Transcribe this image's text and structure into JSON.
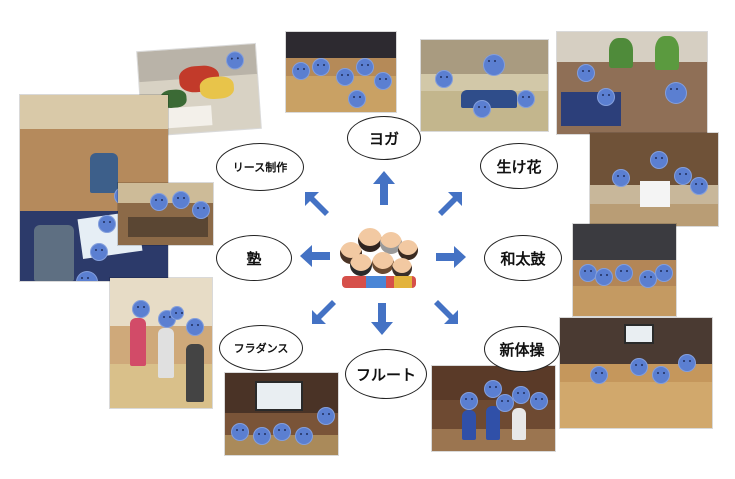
{
  "activities": {
    "yoga": "ヨガ",
    "ikebana": "生け花",
    "wreath": "リース制作",
    "taiko": "和太鼓",
    "juku": "塾",
    "gymnastics": "新体操",
    "hula": "フラダンス",
    "flute": "フルート"
  },
  "colors": {
    "arrow": "#4472c4",
    "face_mask": "#5b7fd1",
    "bubble_border": "#222222"
  }
}
